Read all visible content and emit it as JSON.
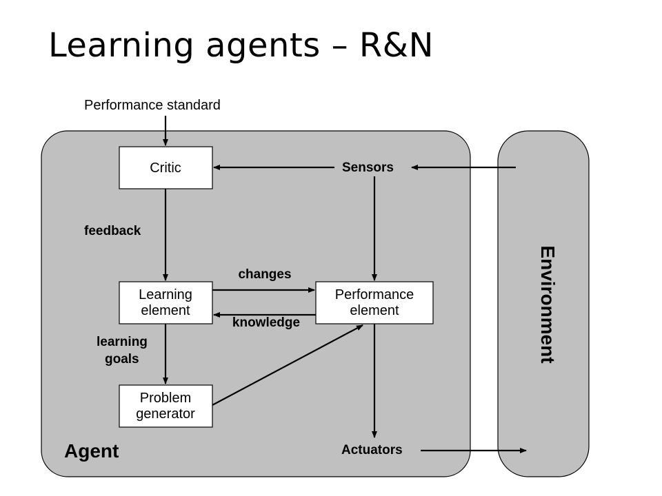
{
  "title": "Learning agents – R&N",
  "diagram": {
    "input_label": "Performance standard",
    "agent": {
      "label": "Agent"
    },
    "environment": {
      "label": "Environment"
    },
    "nodes": {
      "critic": {
        "lines": [
          "Critic"
        ]
      },
      "learning_element": {
        "lines": [
          "Learning",
          "element"
        ]
      },
      "performance_element": {
        "lines": [
          "Performance",
          "element"
        ]
      },
      "problem_generator": {
        "lines": [
          "Problem",
          "generator"
        ]
      }
    },
    "labels": {
      "sensors": "Sensors",
      "actuators": "Actuators",
      "feedback": "feedback",
      "changes": "changes",
      "knowledge": "knowledge",
      "learning_goals": [
        "learning",
        "goals"
      ]
    },
    "colors": {
      "container_fill": "#c0c0c0",
      "box_fill": "#ffffff",
      "stroke": "#000000"
    }
  }
}
